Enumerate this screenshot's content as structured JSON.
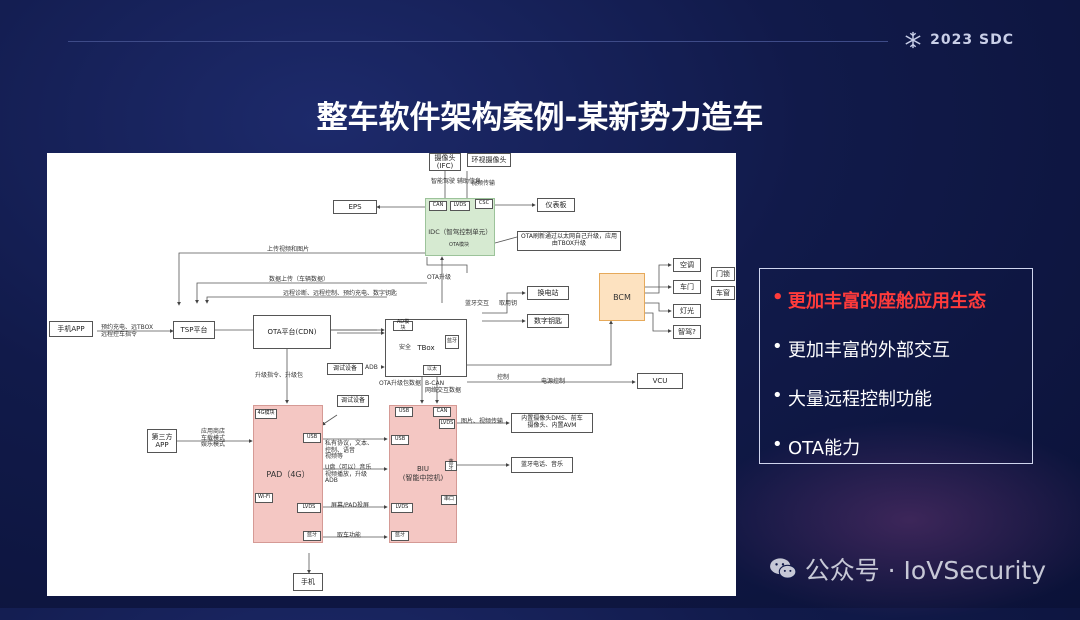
{
  "header": {
    "brand": "2023 SDC",
    "icon": "snowflake-icon"
  },
  "title": "整车软件架构案例-某新势力造车",
  "bullets": [
    {
      "text": "更加丰富的座舱应用生态",
      "highlight": true
    },
    {
      "text": "更加丰富的外部交互",
      "highlight": false
    },
    {
      "text": "大量远程控制功能",
      "highlight": false
    },
    {
      "text": "OTA能力",
      "highlight": false
    }
  ],
  "watermark": {
    "text": "公众号 · IoVSecurity",
    "icon": "wechat-icon"
  },
  "colors": {
    "highlight": "#ff3b3b",
    "pad": "#f4c7c3",
    "idc": "#d6ead1",
    "bcm": "#fde2c0"
  },
  "diagram": {
    "cam_ifc": "摄像头\n(IFC)",
    "cam_ring": "环视摄像头",
    "eps": "EPS",
    "can": "CAN",
    "lvds": "LVDS",
    "csc": "CSC",
    "instrument": "仪表板",
    "idc": "IDC（智驾控制单元）",
    "ota_mod": "OTA模块",
    "ota_note": "OTA刷新通过以太网自己升级，应用由TBOX升级",
    "upload_map": "上传视频和图片",
    "data_upload": "数据上传（车辆数据）",
    "remote_diag": "远程诊断、远程控制、预约充电、数字钥匙",
    "tbox": "TBox",
    "app_mod": "AD模块",
    "sim": "安全",
    "bt_mod": "蓝牙",
    "ota_upgrade": "OTA升级",
    "charger": "换电站",
    "bt_key": "数字钥匙",
    "bt_interact": "蓝牙交互",
    "bt_key_label": "取用钥",
    "bcm": "BCM",
    "aircon": "空调",
    "door": "车门",
    "light": "灯光",
    "wiper": "智驾?",
    "door_lock": "门锁",
    "window": "车窗",
    "phone_app": "手机APP",
    "phone_app_note": "预约充电、远TBOX\n远程控车指令",
    "tsp": "TSP平台",
    "ota_cdn": "OTA平台(CDN)",
    "upgrade_cmd": "升级指令、升级包",
    "debug": "调试设备",
    "adb": "ADB",
    "eth": "以太",
    "vcu": "VCU",
    "power_ctrl": "电源控制",
    "ota_upgrade2": "OTA升级包数据",
    "bcan": "B-CAN\n网络交互数据",
    "upgrade_cmd2": "升级指令、升级包",
    "debug2": "调试设备",
    "pad": "PAD（4G）",
    "pad_4g": "4G模块",
    "pad_usb": "USB",
    "pad_wifi": "Wi-Fi",
    "pad_lvds": "LVDS",
    "pad_bt": "蓝牙",
    "third_app": "第三方\nAPP",
    "third_note": "应用商店\n车载模式\n娱乐模式",
    "pad_note": "私有协议，文本、\n控制、语音\n视频等",
    "usb_note": "U盘（可以）音乐\n视频播放，升级\nADB",
    "screen": "屏幕/PAD投屏",
    "hu": "BIU\n(智能中控机)",
    "hu_usb": "USB",
    "hu_usb2": "USB",
    "hu_can": "CAN",
    "hu_lvds": "LVDS",
    "hu_bt": "蓝牙",
    "hu_serial": "串口",
    "hu_lvds2": "LVDS",
    "hu_bt2": "蓝牙",
    "media_note": "图片、视频传输",
    "cams": "内置摄像头DMS、前车\n摄像头、内置AVM",
    "bt_phone": "蓝牙电话、音乐",
    "car_key": "取车功能",
    "phone": "手机",
    "video_stream": "视频传输",
    "ctrl": "控制",
    "front_cam_note": "智能驾驶\n辅助信息"
  }
}
